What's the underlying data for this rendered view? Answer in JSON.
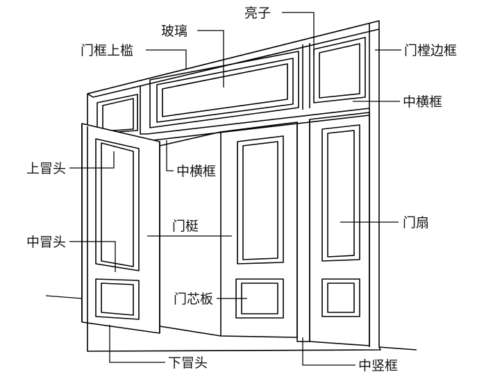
{
  "labels": {
    "door_frame_top_rail": "门框上槛",
    "glass": "玻璃",
    "transom_window": "亮子",
    "door_frame_side_post": "门樘边框",
    "middle_transom_right": "中横框",
    "top_rail": "上冒头",
    "middle_transom_left": "中横框",
    "stile": "门梃",
    "door_leaf": "门扇",
    "middle_rail": "中冒头",
    "door_panel": "门芯板",
    "bottom_rail": "下冒头",
    "middle_mullion": "中竖框"
  }
}
